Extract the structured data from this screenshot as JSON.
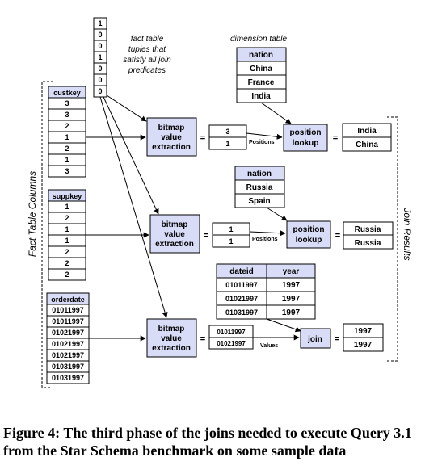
{
  "fact_table_note": [
    "fact table",
    "tuples that",
    "satisfy all join",
    "predicates"
  ],
  "dimension_note": "dimension table",
  "bitvector": [
    "1",
    "0",
    "0",
    "1",
    "0",
    "0",
    "0"
  ],
  "side_labels": {
    "left": "Fact Table Columns",
    "right": "Join Results"
  },
  "columns": {
    "custkey": {
      "header": "custkey",
      "values": [
        "3",
        "3",
        "2",
        "1",
        "2",
        "1",
        "3"
      ]
    },
    "suppkey": {
      "header": "suppkey",
      "values": [
        "1",
        "2",
        "1",
        "1",
        "2",
        "2",
        "2"
      ]
    },
    "orderdate": {
      "header": "orderdate",
      "values": [
        "01011997",
        "01011997",
        "01021997",
        "01021997",
        "01021997",
        "01031997",
        "01031997"
      ]
    }
  },
  "bitmap_label": [
    "bitmap",
    "value",
    "extraction"
  ],
  "position_lookup_label": [
    "position",
    "lookup"
  ],
  "join_label": "join",
  "positions_label": "Positions",
  "values_label": "Values",
  "equals": "=",
  "row1": {
    "extracted": [
      "3",
      "1"
    ],
    "dim_header": "nation",
    "dim_values": [
      "China",
      "France",
      "India"
    ],
    "result": [
      "India",
      "China"
    ]
  },
  "row2": {
    "extracted": [
      "1",
      "1"
    ],
    "dim_header": "nation",
    "dim_values": [
      "Russia",
      "Spain"
    ],
    "result": [
      "Russia",
      "Russia"
    ]
  },
  "row3": {
    "extracted": [
      "01011997",
      "01021997"
    ],
    "dim_headers": [
      "dateid",
      "year"
    ],
    "dim_rows": [
      [
        "01011997",
        "1997"
      ],
      [
        "01021997",
        "1997"
      ],
      [
        "01031997",
        "1997"
      ]
    ],
    "result": [
      "1997",
      "1997"
    ]
  },
  "caption": "Figure 4: The third phase of the joins needed to execute Query 3.1 from the Star Schema benchmark on some sample data"
}
